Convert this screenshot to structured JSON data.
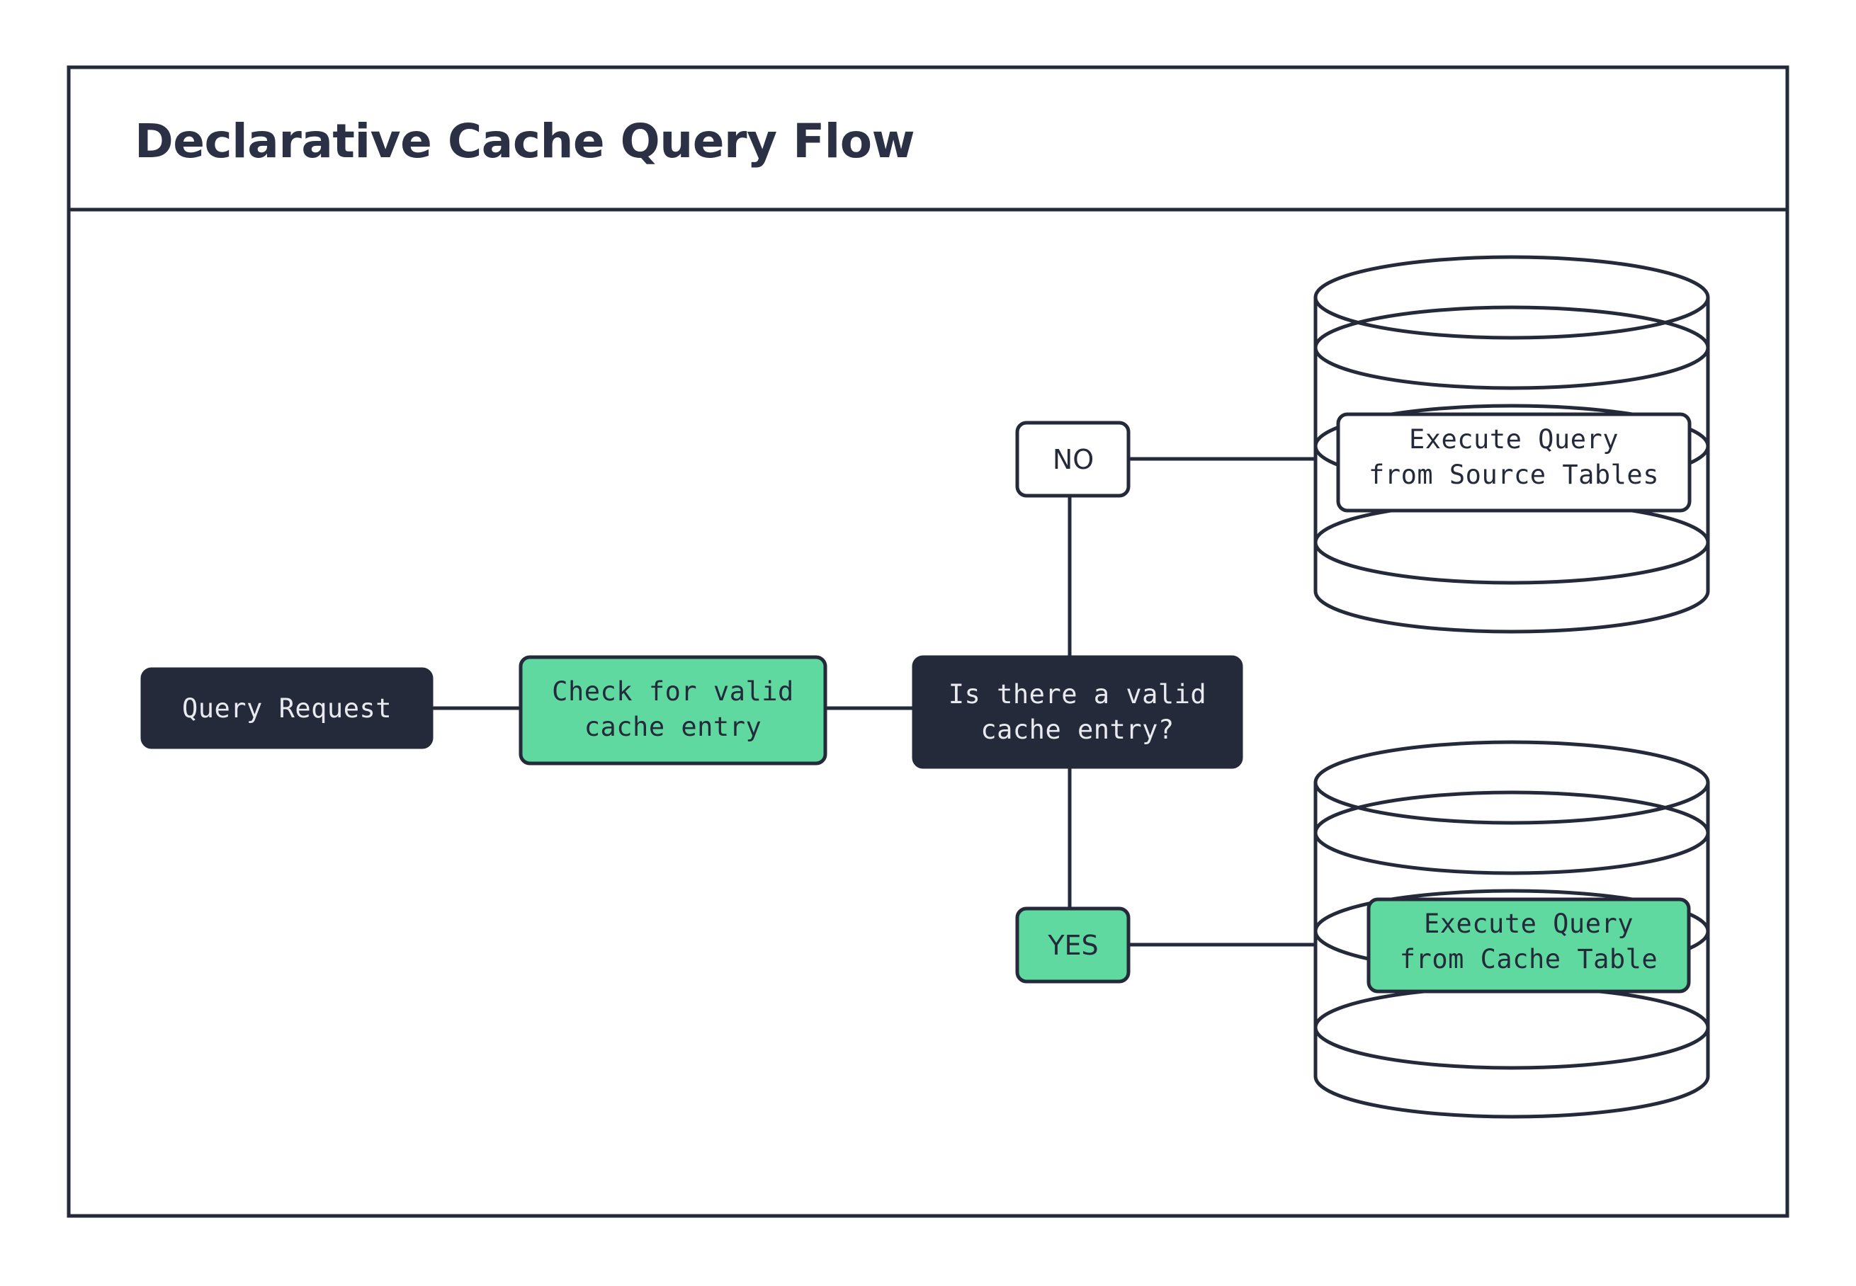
{
  "frame": {
    "title": "Declarative Cache Query Flow",
    "border_color": "#252a3a",
    "background": "#ffffff"
  },
  "palette": {
    "dark": "#252a3a",
    "green": "#5fd9a0",
    "white": "#ffffff",
    "text_light": "#e8eaf0",
    "text_dark": "#252a3a"
  },
  "nodes": {
    "query_request": {
      "label": "Query Request",
      "style": "dark"
    },
    "check_cache": {
      "line1": "Check for valid",
      "line2": "cache entry",
      "style": "green"
    },
    "decision": {
      "line1": "Is there a valid",
      "line2": "cache entry?",
      "style": "dark"
    },
    "branch_no": {
      "label": "NO",
      "style": "white"
    },
    "branch_yes": {
      "label": "YES",
      "style": "green"
    },
    "source_tables": {
      "line1": "Execute Query",
      "line2": "from Source Tables",
      "style": "white",
      "container": "database-cylinder"
    },
    "cache_table": {
      "line1": "Execute Query",
      "line2": "from Cache Table",
      "style": "green",
      "container": "database-cylinder"
    }
  },
  "edges": [
    {
      "from": "query_request",
      "to": "check_cache"
    },
    {
      "from": "check_cache",
      "to": "decision"
    },
    {
      "from": "decision",
      "to": "branch_no"
    },
    {
      "from": "branch_no",
      "to": "source_tables"
    },
    {
      "from": "decision",
      "to": "branch_yes"
    },
    {
      "from": "branch_yes",
      "to": "cache_table"
    }
  ]
}
